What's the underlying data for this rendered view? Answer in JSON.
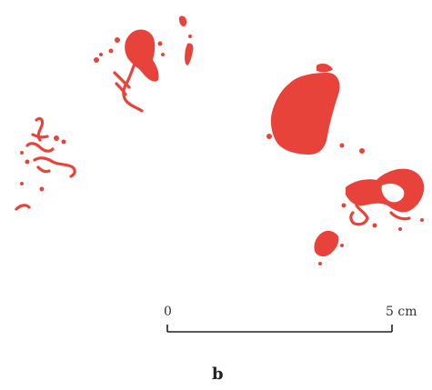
{
  "figure": {
    "panel_label": "b",
    "scale_bar": {
      "start_label": "0",
      "end_label": "5 cm",
      "length_value": 5,
      "unit": "cm"
    },
    "colors": {
      "pigment": "#e8433a",
      "scale": "#222222",
      "background": "#ffffff"
    }
  }
}
